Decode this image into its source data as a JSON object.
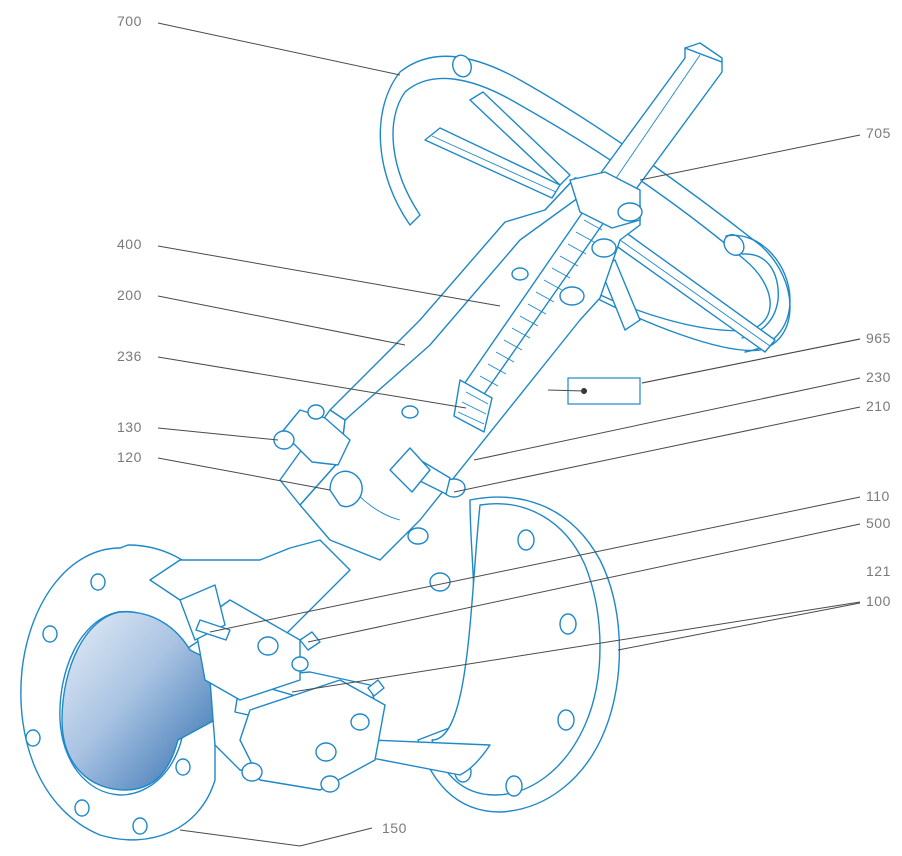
{
  "labels": {
    "l700": "700",
    "l705": "705",
    "l400": "400",
    "l200": "200",
    "l965": "965",
    "l236": "236",
    "l230": "230",
    "l210": "210",
    "l130": "130",
    "l120": "120",
    "l110": "110",
    "l500": "500",
    "l121": "121",
    "l100": "100",
    "l150": "150"
  },
  "colors": {
    "line": "#1e88c8",
    "leader": "#4a4a4a",
    "label": "#7a7a7a",
    "bore_light": "#dce8f4",
    "bore_dark": "#2f6fb0"
  },
  "icons": {
    "tag": "tag-marker-icon"
  }
}
